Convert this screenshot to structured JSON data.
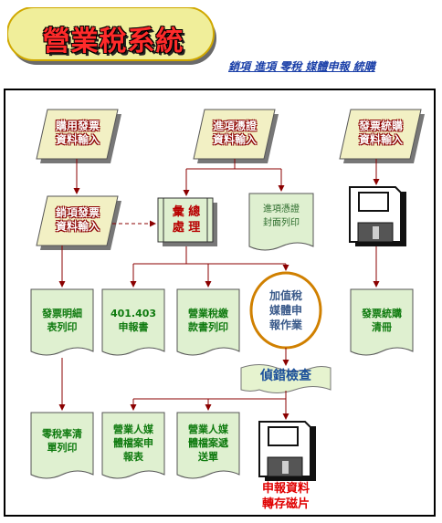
{
  "header": {
    "title": "營業稅系統",
    "subtitle": "銷項 進項 零稅 媒體申報 統購"
  },
  "nodes": {
    "input_invoice": [
      "購用發票",
      "資料輸入"
    ],
    "input_input_voucher": [
      "進項憑證",
      "資料輸入"
    ],
    "input_purchase": [
      "發票統購",
      "資料輸入"
    ],
    "input_sales": [
      "銷項發票",
      "資料輸入"
    ],
    "summary": [
      "彙 總",
      "處 理"
    ],
    "voucher_cover": [
      "進項憑證",
      "封面列印"
    ],
    "invoice_detail": [
      "發票明細",
      "表列印"
    ],
    "report_401": [
      "401.403",
      "申報書"
    ],
    "tax_payment": [
      "營業稅繳",
      "款書列印"
    ],
    "vat_media": [
      "加值稅",
      "媒體申",
      "報作業"
    ],
    "purchase_list": [
      "發票統購",
      "清冊"
    ],
    "error_check": "偵錯檢查",
    "zero_tax": [
      "零稅率清",
      "單列印"
    ],
    "media_report": [
      "營業人媒",
      "體檔案申",
      "報表"
    ],
    "media_send": [
      "營業人媒",
      "體檔案遞",
      "送單"
    ],
    "disk_save": [
      "申報資料",
      "轉存磁片"
    ]
  },
  "colors": {
    "input_fill": "#f2f0c4",
    "doc_fill": "#dff0d0",
    "title_badge": "#f0ee9a",
    "flow_line": "#8b0000",
    "accent_red": "#e00000",
    "subtitle_blue": "#1a3fa8"
  }
}
